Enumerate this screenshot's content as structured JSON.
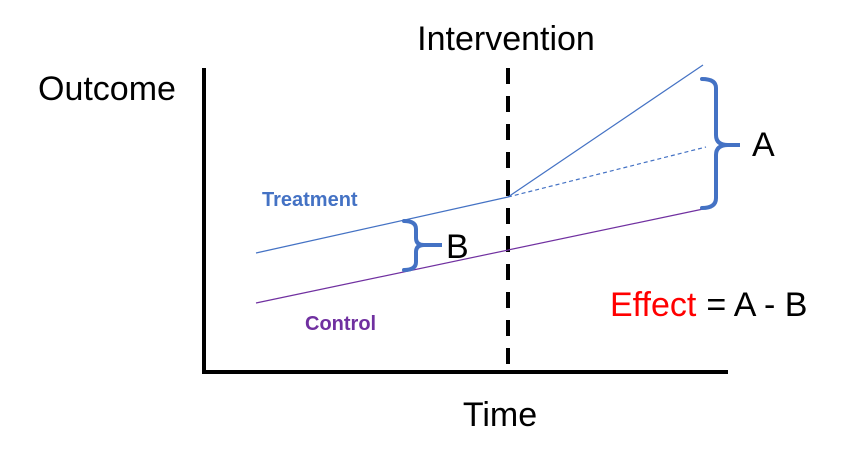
{
  "diagram": {
    "title": "Intervention",
    "ylabel": "Outcome",
    "xlabel": "Time",
    "series": {
      "treatment": {
        "label": "Treatment",
        "color": "#4472c4"
      },
      "control": {
        "label": "Control",
        "color": "#7030a0"
      }
    },
    "bracket_color": "#4472c4",
    "brackets": {
      "a": {
        "label": "A"
      },
      "b": {
        "label": "B"
      }
    },
    "equation": {
      "effect_word": "Effect",
      "effect_color": "#ff0000",
      "rest": "= A - B"
    }
  }
}
